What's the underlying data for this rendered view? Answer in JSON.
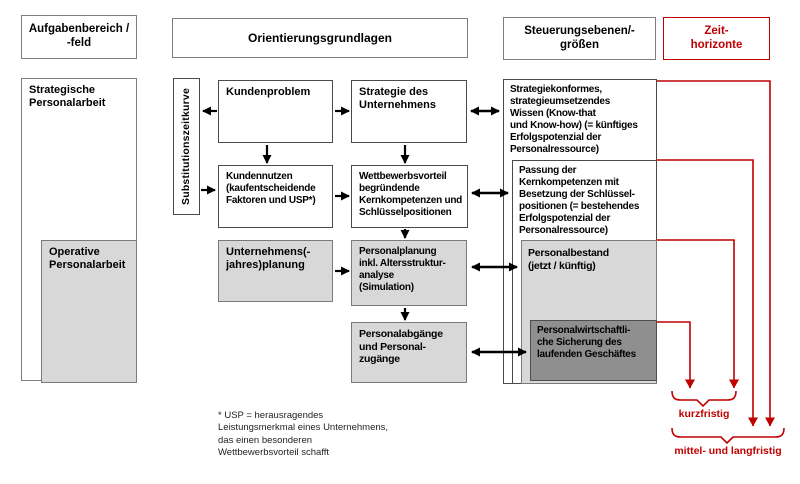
{
  "headers": {
    "aufgabenbereich": "Aufgabenbereich /\n-feld",
    "orientierung": "Orientierungsgrundlagen",
    "steuerung": "Steuerungsebenen/-\ngrößen",
    "zeit": "Zeit-\nhorizonte"
  },
  "left_column": {
    "strategische": "Strategische\nPersonalarbeit",
    "operative": "Operative\nPersonalarbeit"
  },
  "substitution_label": "Substitutionszeitkurve",
  "orientierung_boxes": {
    "kundenproblem": "Kundenproblem",
    "strategie": "Strategie des\nUnternehmens",
    "kundennutzen": "Kundennutzen\n(kaufentscheidende\nFaktoren und USP*)",
    "wettbewerbsvorteil": "Wettbewerbsvorteil\nbegründende\nKernkompetenzen und\nSchlüsselpositionen",
    "unternehmensplanung": "Unternehmens(-\njahres)planung",
    "personalplanung": "Personalplanung\ninkl. Altersstruktur-\nanalyse\n(Simulation)",
    "personalabgaenge": "Personalabgänge\nund Personal-\nzugänge"
  },
  "steuerung_boxes": {
    "wissen": "Strategiekonformes,\nstrategieumsetzendes\nWissen (Know-that\nund Know-how) (= künftiges\nErfolgspotenzial der\nPersonalressource)",
    "passung": "Passung der\nKernkompetenzen mit\nBesetzung der Schlüssel-\npositionen (= bestehendes\nErfolgspotenzial der\nPersonalressource)",
    "personalbestand": "Personalbestand\n(jetzt / künftig)",
    "sicherung": "Personalwirtschaftli-\nche Sicherung des\nlaufenden Geschäftes"
  },
  "zeit_labels": {
    "kurzfristig": "kurzfristig",
    "mittel_langfristig": "mittel- und langfristig"
  },
  "footnote": "* USP = herausragendes\nLeistungsmerkmal eines Unternehmens,\ndas einen besonderen\nWettbewerbsvorteil schafft",
  "colors": {
    "accent_red": "#c00000",
    "box_light_gray": "#d8d8d8",
    "box_dark_gray": "#8f8f8f",
    "border_dark": "#4a4a4a",
    "border_gray": "#7d7d7d"
  }
}
